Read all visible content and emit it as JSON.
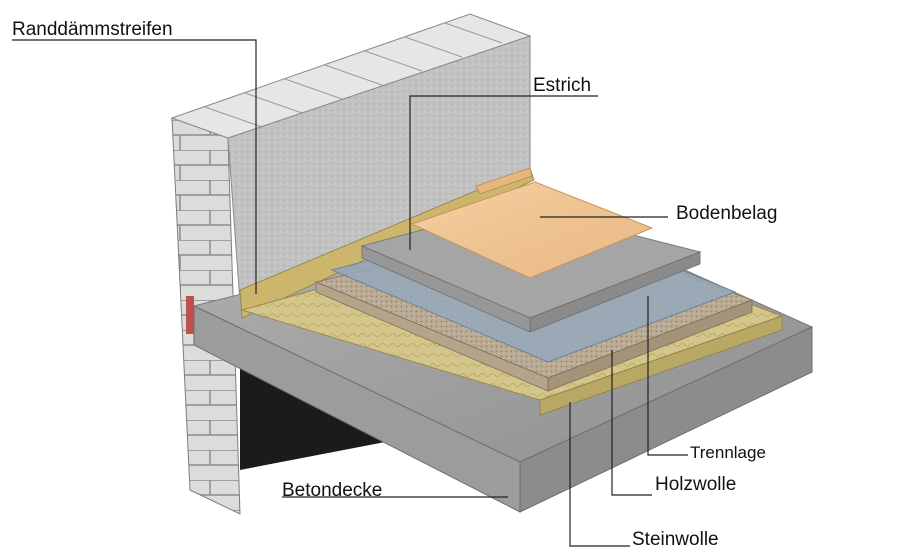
{
  "labels": {
    "randdaemmstreifen": "Randdämmstreifen",
    "estrich": "Estrich",
    "bodenbelag": "Bodenbelag",
    "trennlage": "Trennlage",
    "holzwolle": "Holzwolle",
    "betondecke": "Betondecke",
    "steinwolle": "Steinwolle"
  },
  "colors": {
    "wall_plaster": "#bdbdbd",
    "brick": "#d9d9d9",
    "concrete": "#a9a9a9",
    "steinwolle": "#d6c98a",
    "holzwolle": "#b8a88e",
    "trennlage": "#8fa3b8",
    "estrich": "#9e9e9e",
    "bodenbelag": "#f0c594",
    "leader_line": "#222222"
  }
}
